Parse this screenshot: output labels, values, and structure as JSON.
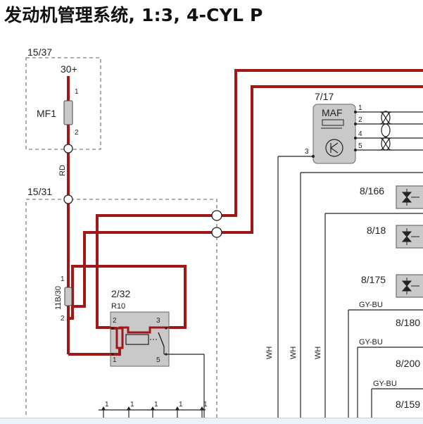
{
  "title": "发动机管理系统, 1:3, 4-CYL P",
  "labels": {
    "mf1_box": "15/37",
    "b30": "30+",
    "mf1": "MF1",
    "mf1_p1": "1",
    "mf1_p2": "2",
    "rd": "RD",
    "box_1531": "15/31",
    "f11b": "11B/30",
    "f11b_p1": "1",
    "f11b_p2": "2",
    "r10_num": "2/32",
    "r10": "R10",
    "r10_p2": "2",
    "r10_p3": "3",
    "r10_p1": "1",
    "r10_p5": "5",
    "maf_num": "7/17",
    "maf": "MAF",
    "maf_p1": "1",
    "maf_p2": "2",
    "maf_p4": "4",
    "maf_p5": "5",
    "maf_p3": "3",
    "inj1": "8/166",
    "inj2": "8/18",
    "inj3": "8/175",
    "c1": "8/180",
    "c2": "8/200",
    "c3": "8/159",
    "gybu1": "GY-BU",
    "gybu2": "GY-BU",
    "gybu3": "GY-BU",
    "wh1": "WH",
    "wh2": "WH",
    "wh3": "WH",
    "bp1": "1",
    "bp2": "1",
    "bp3": "1",
    "bp4": "1",
    "bp5": "1"
  },
  "colors": {
    "wire_red": "#a01818",
    "component_fill": "#c9c9c9",
    "dashed_box": "#7f7f7f"
  }
}
